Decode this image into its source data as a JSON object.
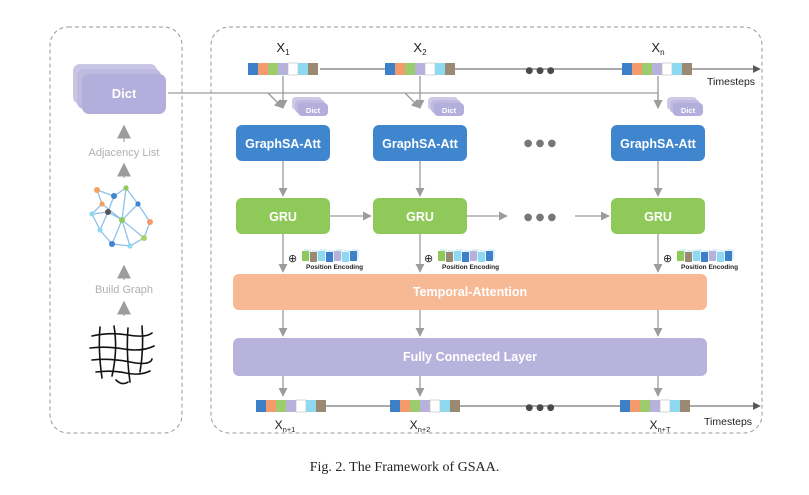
{
  "left_panel": {
    "dict_label": "Dict",
    "adjacency_label": "Adjacency List",
    "build_graph_label": "Build Graph"
  },
  "inputs": [
    {
      "symbol": "X",
      "sub": "1"
    },
    {
      "symbol": "X",
      "sub": "2"
    },
    {
      "symbol": "X",
      "sub": "n"
    }
  ],
  "outputs": [
    {
      "symbol": "X",
      "sub": "n+1"
    },
    {
      "symbol": "X",
      "sub": "n+2"
    },
    {
      "symbol": "X",
      "sub": "n+T"
    }
  ],
  "timesteps_label": "Timesteps",
  "small_dict_label": "Dict",
  "gsa_label": "GraphSA-Att",
  "gru_label": "GRU",
  "position_encoding_label": "Position Encoding",
  "oplus_symbol": "⊕",
  "temporal_label": "Temporal-Attention",
  "fc_label": "Fully Connected Layer",
  "ellipsis": "● ● ●",
  "caption": "Fig. 2.  The Framework of GSAA.",
  "colors": {
    "gsa": "#3f86cf",
    "gru": "#8fc95a",
    "temporal": "#f7b894",
    "fc": "#b8b3dc",
    "dict": "#b7b2db",
    "arrow": "#a9a9a9",
    "dashed": "#9a9a9a",
    "cells": [
      "#3d7fc9",
      "#f59a6a",
      "#9ccc6c",
      "#b7b2db",
      "#ffffff",
      "#8fd9f0",
      "#9a8a73"
    ]
  }
}
